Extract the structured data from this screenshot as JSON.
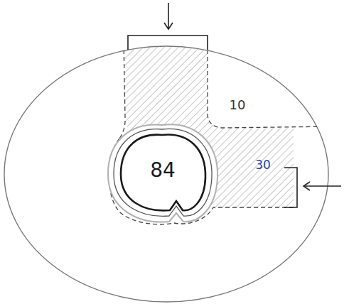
{
  "diagram": {
    "labels": [
      "84",
      "10",
      "30"
    ]
  }
}
